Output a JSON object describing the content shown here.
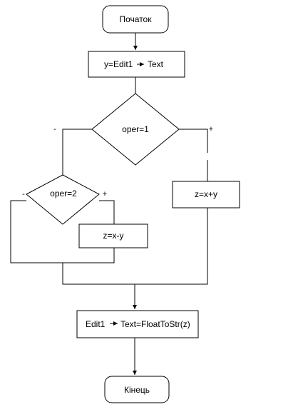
{
  "nodes": {
    "start": {
      "label": "Початок"
    },
    "assign_y": {
      "label": "y=Edit1",
      "label_suffix": "Text"
    },
    "decision_oper1": {
      "label": "oper=1"
    },
    "decision_oper2": {
      "label": "oper=2"
    },
    "sum": {
      "label": "z=x+y"
    },
    "diff": {
      "label": "z=x-y"
    },
    "output": {
      "label": "Edit1",
      "label_suffix": "Text=FloatToStr(z)"
    },
    "end": {
      "label": "Кінець"
    }
  },
  "branch_labels": {
    "oper1_no": "-",
    "oper1_yes": "+",
    "oper2_no": "-",
    "oper2_yes": "+"
  },
  "colors": {
    "stroke": "#000000",
    "fill": "#ffffff"
  }
}
